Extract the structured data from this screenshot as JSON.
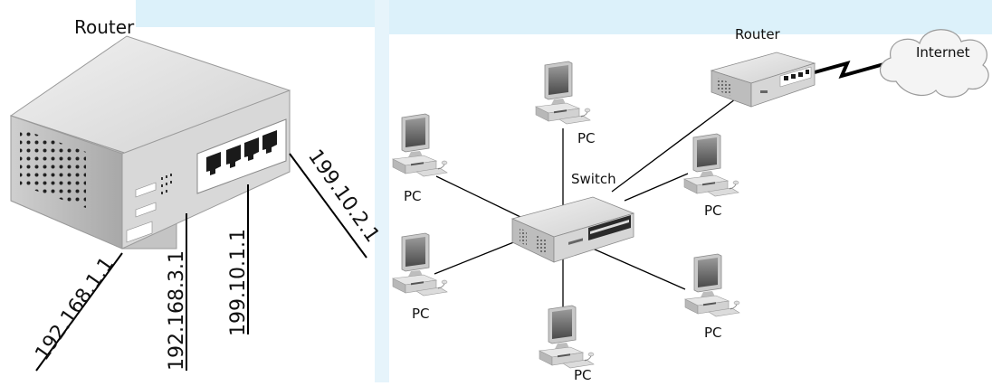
{
  "left_panel": {
    "title": "Router",
    "links": [
      {
        "ip": "192.168.1.1"
      },
      {
        "ip": "192.168.3.1"
      },
      {
        "ip": "199.10.1.1"
      },
      {
        "ip": "199.10.2.1"
      }
    ]
  },
  "right_panel": {
    "router_label": "Router",
    "internet_label": "Internet",
    "switch_label": "Switch",
    "pc_labels": [
      "PC",
      "PC",
      "PC",
      "PC",
      "PC",
      "PC"
    ]
  },
  "colors": {
    "background_tint": "#bfe6f5",
    "device_body": "#d9d9d9",
    "device_dark": "#222222",
    "line": "#000000"
  }
}
